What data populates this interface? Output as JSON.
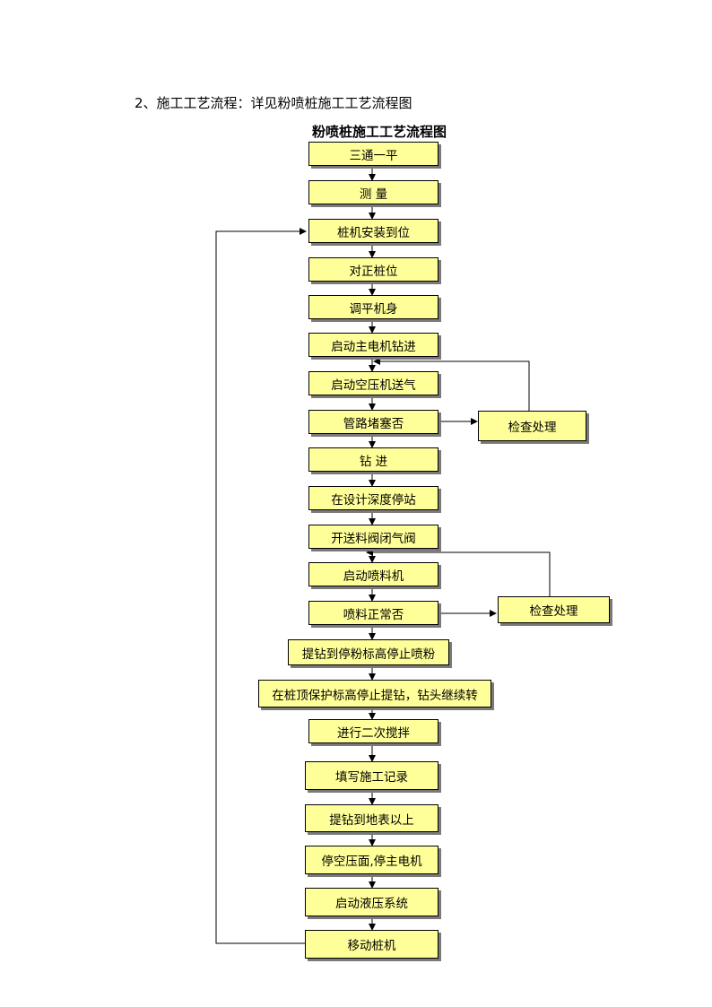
{
  "heading": "2、施工工艺流程：详见粉喷桩施工工艺流程图",
  "title": "粉喷桩施工工艺流程图",
  "steps": [
    "三通一平",
    "测      量",
    "桩机安装到位",
    "对正桩位",
    "调平机身",
    "启动主电机钻进",
    "启动空压机送气",
    "管路堵塞否",
    "钻      进",
    "在设计深度停站",
    "开送料阀闭气阀",
    "启动喷料机",
    "喷料正常否",
    "提钻到停粉标高停止喷粉",
    "在桩顶保护标高停止提钻，钻头继续转",
    "进行二次搅拌",
    "填写施工记录",
    "提钻到地表以上",
    "停空压面,停主电机",
    "启动液压系统",
    "移动桩机"
  ],
  "side_boxes": [
    "检查处理",
    "检查处理"
  ],
  "colors": {
    "box_fill": "#ffff99",
    "shadow": "#7a7a7a",
    "line": "#000000"
  }
}
